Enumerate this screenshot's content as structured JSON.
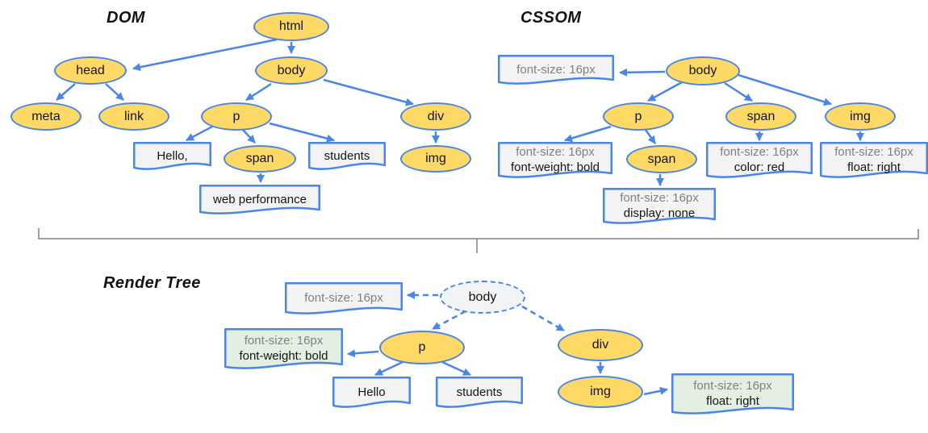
{
  "dom": {
    "title": "DOM",
    "nodes": {
      "html": "html",
      "head": "head",
      "body": "body",
      "meta": "meta",
      "link": "link",
      "p": "p",
      "span": "span",
      "div": "div",
      "img": "img"
    },
    "text_nodes": {
      "hello": "Hello,",
      "students": "students",
      "web_performance": "web performance"
    }
  },
  "cssom": {
    "title": "CSSOM",
    "nodes": {
      "body": "body",
      "p": "p",
      "span": "span",
      "img": "img",
      "span_child": "span"
    },
    "rules": {
      "body": {
        "font_size": "font-size: 16px"
      },
      "p": {
        "font_size": "font-size: 16px",
        "declaration": "font-weight: bold"
      },
      "span": {
        "font_size": "font-size: 16px",
        "declaration": "color: red"
      },
      "span_child": {
        "font_size": "font-size: 16px",
        "declaration": "display: none"
      },
      "img": {
        "font_size": "font-size: 16px",
        "declaration": "float: right"
      }
    }
  },
  "render_tree": {
    "title": "Render Tree",
    "nodes": {
      "body": "body",
      "p": "p",
      "div": "div",
      "img": "img"
    },
    "text_nodes": {
      "hello": "Hello",
      "students": "students"
    },
    "rules": {
      "body": {
        "font_size": "font-size: 16px"
      },
      "p": {
        "font_size": "font-size: 16px",
        "declaration": "font-weight: bold"
      },
      "img": {
        "font_size": "font-size: 16px",
        "declaration": "float: right"
      }
    }
  },
  "colors": {
    "node_fill": "#FFD966",
    "node_border": "#4A86E8",
    "arrow": "#4A86E8",
    "document_fill": "#F3F3F4",
    "matched_rule_fill": "#E3EFE2",
    "inherited_text": "#808080",
    "render_body_fill": "#F1F3F4",
    "brace": "#808080"
  }
}
